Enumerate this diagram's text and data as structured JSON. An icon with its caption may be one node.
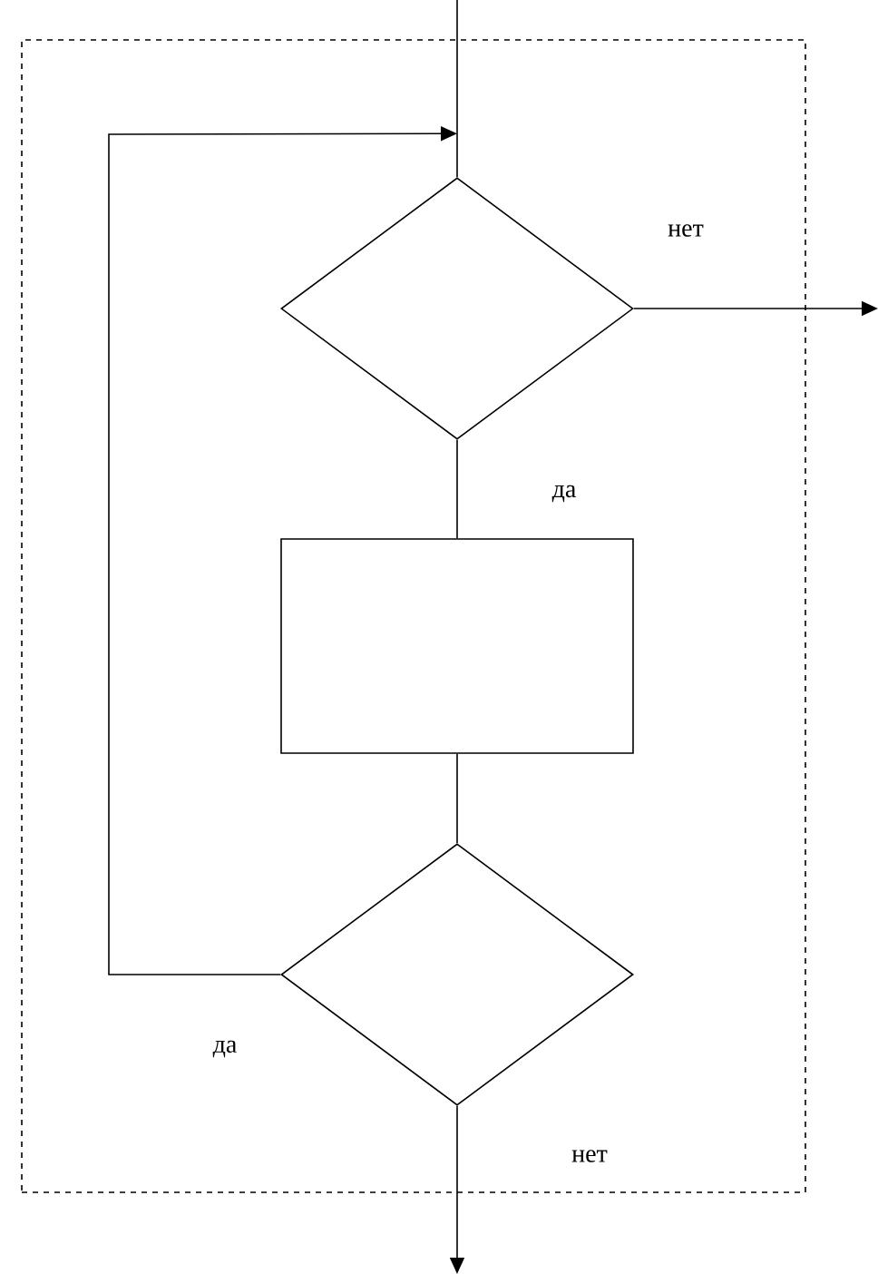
{
  "diagram": {
    "nodes": [
      {
        "text": [],
        "shape": "box"
      },
      {
        "text": [],
        "shape": "diamond",
        "in": 0
      },
      {
        "text": [],
        "shape": "box",
        "in": 0
      },
      {
        "text": [],
        "shape": "diamond",
        "in": 0
      }
    ],
    "edges": [
      {
        "from": null,
        "to": 1,
        "arrow": "none"
      },
      {
        "from": 1,
        "to": null,
        "arrow": "to",
        "label": "нет"
      },
      {
        "from": 1,
        "to": 2,
        "arrow": "none",
        "label": "да"
      },
      {
        "from": 2,
        "to": 3,
        "arrow": "none"
      },
      {
        "from": 3,
        "to": 1,
        "arrow": "to",
        "label": "да"
      },
      {
        "from": 3,
        "to": null,
        "arrow": "to",
        "label": "нет"
      }
    ]
  }
}
